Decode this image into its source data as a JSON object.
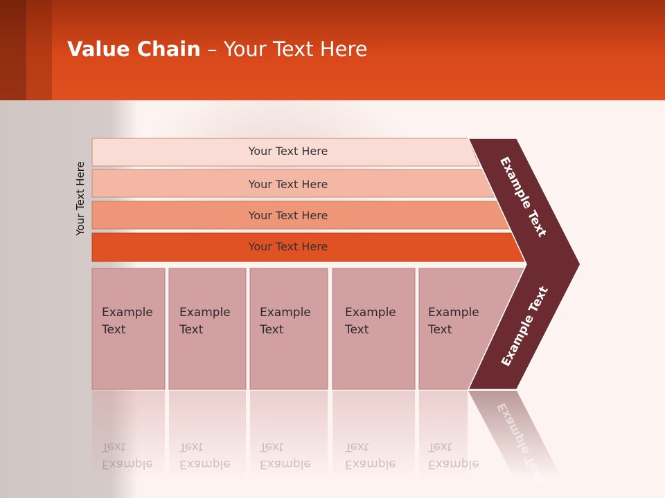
{
  "title": {
    "bold": "Value Chain",
    "rest": " – Your Text Here"
  },
  "side_label": "Your Text Here",
  "bars": [
    {
      "label": "Your Text Here",
      "color": "#f9ddd4"
    },
    {
      "label": "Your Text Here",
      "color": "#f4b7a3"
    },
    {
      "label": "Your Text Here",
      "color": "#ee9677"
    },
    {
      "label": "Your Text Here",
      "color": "#e05224"
    }
  ],
  "boxes": [
    {
      "line1": "Example",
      "line2": "Text"
    },
    {
      "line1": "Example",
      "line2": "Text"
    },
    {
      "line1": "Example",
      "line2": "Text"
    },
    {
      "line1": "Example",
      "line2": "Text"
    },
    {
      "line1": "Example",
      "line2": "Text"
    }
  ],
  "chevron": {
    "upper": "Example Text",
    "lower": "Example Text",
    "color": "#6b2b30"
  },
  "colors": {
    "header": "#e05020",
    "box": "#d3a0a2",
    "box_border": "#b58080"
  }
}
